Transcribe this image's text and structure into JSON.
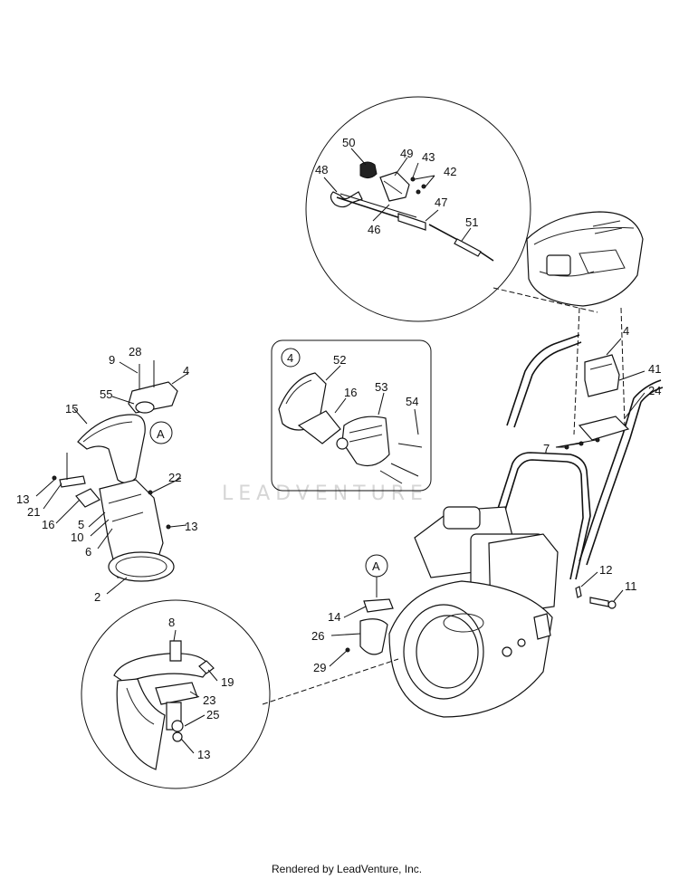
{
  "watermark": "LEADVENTURE",
  "footer": "Rendered by LeadVenture, Inc.",
  "inset_label": "4",
  "callout_A_1": "A",
  "callout_A_2": "A",
  "labels": {
    "p50": "50",
    "p49": "49",
    "p43": "43",
    "p48": "48",
    "p42": "42",
    "p47": "47",
    "p46": "46",
    "p51": "51",
    "p9": "9",
    "p28": "28",
    "p4a": "4",
    "p55": "55",
    "p15": "15",
    "p22": "22",
    "p13a": "13",
    "p21": "21",
    "p16a": "16",
    "p5": "5",
    "p10": "10",
    "p6": "6",
    "p13b": "13",
    "p2": "2",
    "p52": "52",
    "p16b": "16",
    "p53": "53",
    "p54": "54",
    "p4b": "4",
    "p41": "41",
    "p24": "24",
    "p7": "7",
    "p12": "12",
    "p11": "11",
    "p14": "14",
    "p26": "26",
    "p29": "29",
    "p8": "8",
    "p19": "19",
    "p23": "23",
    "p25": "25",
    "p13c": "13"
  }
}
